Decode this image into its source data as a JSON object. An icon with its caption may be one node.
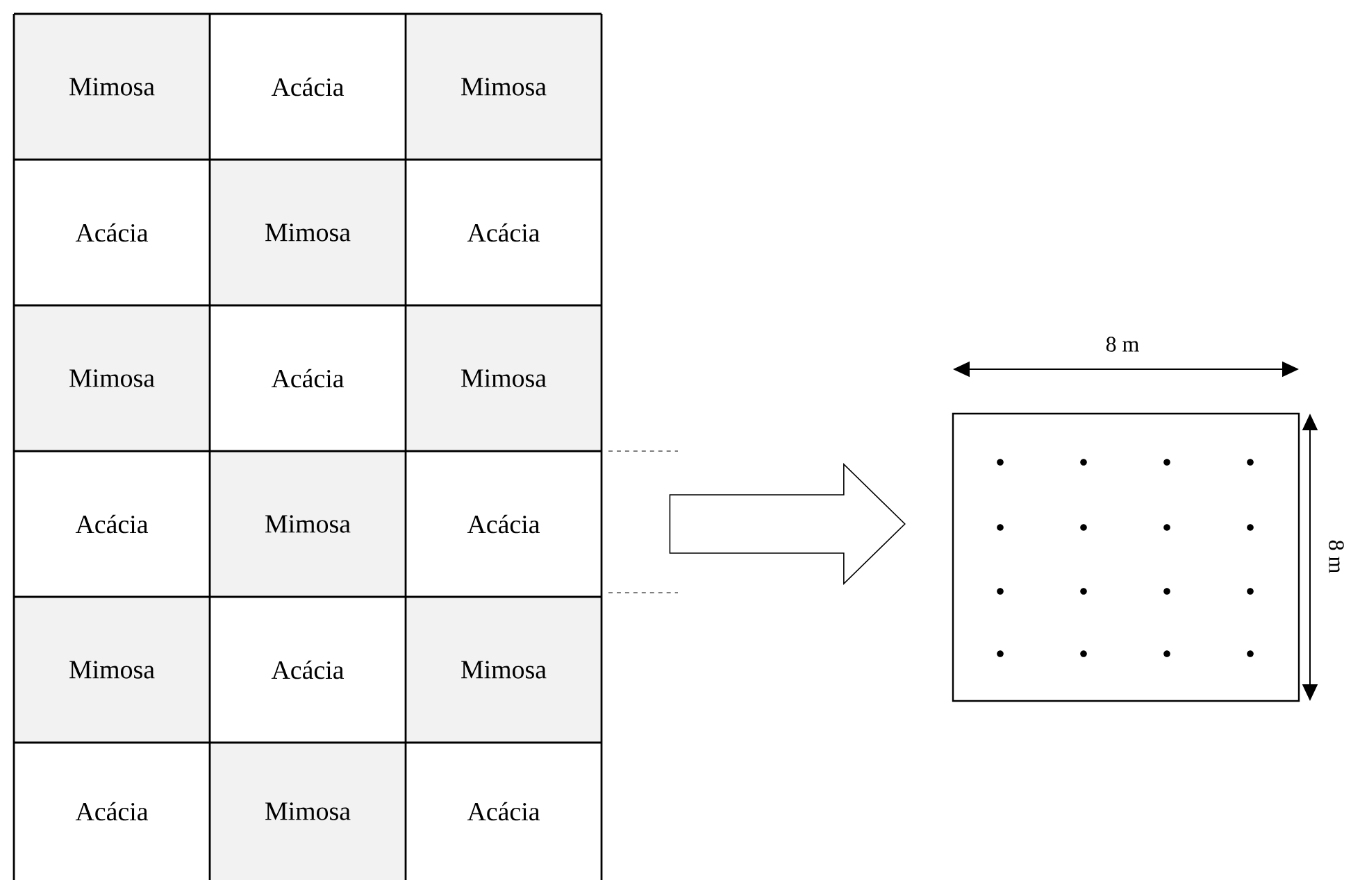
{
  "diagram": {
    "nodes": [
      {
        "text": [
          "Mimosa"
        ]
      },
      {
        "text": [
          "Acácia"
        ]
      },
      {
        "text": [
          "Mimosa"
        ]
      },
      {
        "text": [
          "Acácia"
        ]
      },
      {
        "text": [
          "Mimosa"
        ]
      },
      {
        "text": [
          "Acácia"
        ]
      },
      {
        "text": [
          "Mimosa"
        ]
      },
      {
        "text": [
          "Acácia"
        ]
      },
      {
        "text": [
          "Mimosa"
        ]
      },
      {
        "text": [
          "Acácia"
        ]
      },
      {
        "text": [
          "Mimosa"
        ]
      },
      {
        "text": [
          "Acácia"
        ]
      },
      {
        "text": [
          "Mimosa"
        ]
      },
      {
        "text": [
          "Acácia"
        ]
      },
      {
        "text": [
          "Mimosa"
        ]
      },
      {
        "text": [
          "Acácia"
        ]
      },
      {
        "text": [
          "Mimosa"
        ]
      },
      {
        "text": [
          "Acácia"
        ]
      },
      {
        "text": [],
        "shape": "box"
      }
    ],
    "edges": [
      {
        "from": 11,
        "to": 18,
        "arrow": "to"
      }
    ],
    "labels": [
      "8 m",
      "8 m"
    ]
  }
}
